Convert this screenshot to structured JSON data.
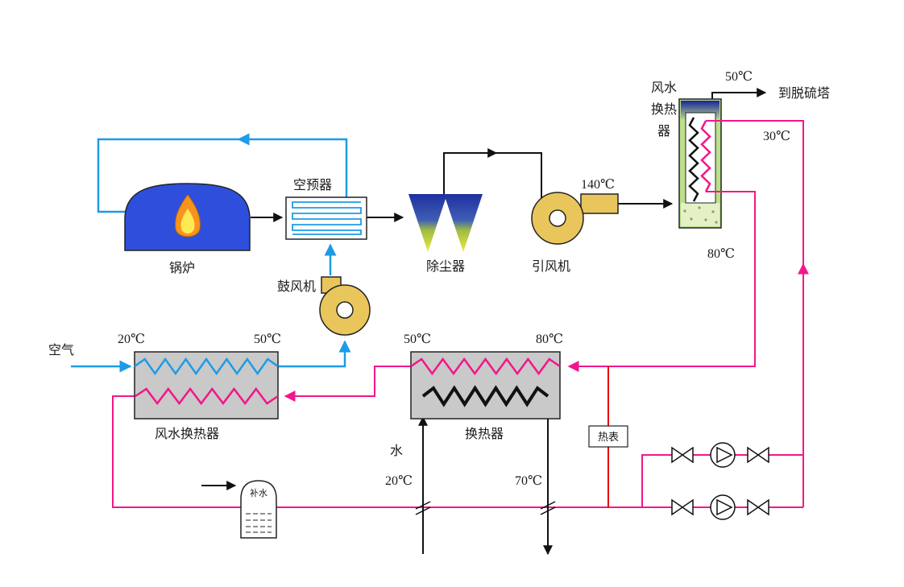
{
  "diagram": {
    "labels": {
      "air_in": "空气",
      "water_in": "水",
      "to_desulfurizer": "到脱硫塔"
    },
    "components": {
      "boiler": {
        "label": "锅炉"
      },
      "air_preheater": {
        "label": "空预器"
      },
      "blower_fan": {
        "label": "鼓风机"
      },
      "dust_collector": {
        "label": "除尘器"
      },
      "induced_draft_fan": {
        "label": "引风机"
      },
      "flue_gas_water_hx": {
        "label_lines": [
          "风水",
          "换热",
          "器"
        ]
      },
      "air_water_hx": {
        "label": "风水换热器"
      },
      "water_water_hx": {
        "label": "换热器"
      },
      "heat_meter": {
        "label": "热表"
      },
      "makeup_water_tank": {
        "label": "补水"
      }
    },
    "temperatures": {
      "flue_gas_outlet": "50℃",
      "circulating_water_return": "30℃",
      "flue_gas_after_fan": "140℃",
      "circulating_water_supply": "80℃",
      "air_hx_inlet": "20℃",
      "air_hx_outlet": "50℃",
      "hx_water_left": "50℃",
      "hx_water_right": "80℃",
      "cold_water_inlet": "20℃",
      "hot_water_outlet": "70℃"
    },
    "colors": {
      "flue_gas_line": "#111111",
      "air_line": "#1E9BE6",
      "hot_water_line": "#F3168B",
      "meter_line": "#E60000",
      "fan_fill": "#E9C65B",
      "boiler_fill": "#2E4FDB",
      "hx_box_fill": "#C9C9C9",
      "flue_hx_fill": "#BCDF8C"
    }
  }
}
